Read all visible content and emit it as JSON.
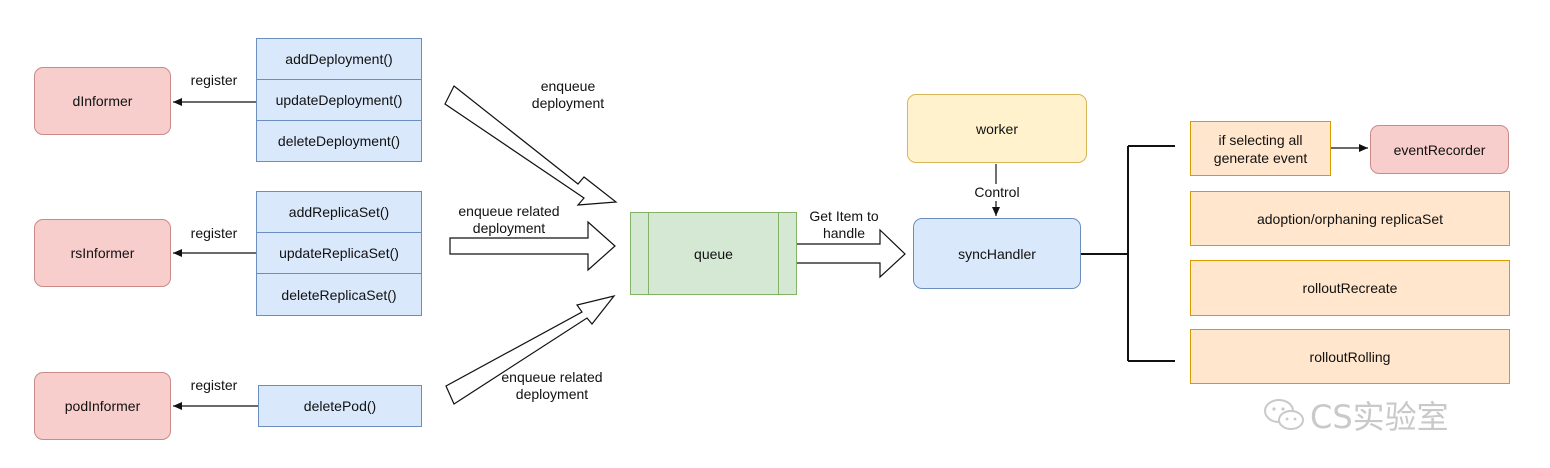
{
  "informers": {
    "d": "dInformer",
    "rs": "rsInformer",
    "pod": "podInformer"
  },
  "handlers": {
    "deployment": [
      "addDeployment()",
      "updateDeployment()",
      "deleteDeployment()"
    ],
    "replicaset": [
      "addReplicaSet()",
      "updateReplicaSet()",
      "deleteReplicaSet()"
    ],
    "pod": [
      "deletePod()"
    ]
  },
  "labels": {
    "register": "register",
    "enqueue_deployment": "enqueue\ndeployment",
    "enqueue_related_1": "enqueue related\ndeployment",
    "enqueue_related_2": "enqueue related\ndeployment",
    "get_item": "Get Item to\nhandle",
    "control": "Control"
  },
  "queue": "queue",
  "worker": "worker",
  "sync_handler": "syncHandler",
  "actions": {
    "selecting": "if selecting all\ngenerate event",
    "event_recorder": "eventRecorder",
    "adoption": "adoption/orphaning replicaSet",
    "recreate": "rolloutRecreate",
    "rolling": "rolloutRolling"
  },
  "watermark": "CS实验室",
  "watermark_icon": "wechat-icon"
}
